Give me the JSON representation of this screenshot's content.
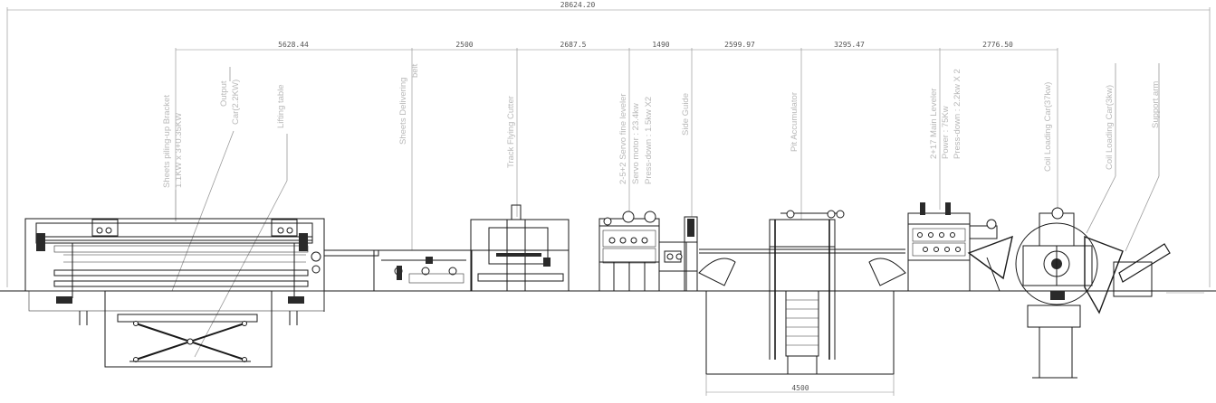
{
  "overall_length": "28624.20",
  "segments": [
    "5628.44",
    "2500",
    "2687.5",
    "1490",
    "2599.97",
    "3295.47",
    "2776.50"
  ],
  "pit_width": "4500",
  "labels": {
    "bracket_line1": "Sheets piling-up Bracket",
    "bracket_line2": "1.1KW x 3+0.35KW",
    "output_line1": "Output",
    "output_line2": "Car(2.2KW)",
    "lifting": "Lifting table",
    "delivering_line1": "Sheets Delivering",
    "delivering_line2": "belt",
    "cutter": "Track Flying Cutter",
    "servo_line1": "2-5+2 Servo fine leveler",
    "servo_line2": "Servo motor : 23.4kw",
    "servo_line3": "Press-down : 1.5kw X2",
    "side_guide": "Side Guide",
    "pit": "Pit Accumulator",
    "main_line1": "2+17 Main Leveler",
    "main_line2": "Power : 75Kw",
    "main_line3": "Press-down : 2.2kw X 2",
    "car37": "Coil Loading Car(37kw)",
    "car3": "Coil Loading Car(3kw)",
    "support": "Support arm"
  }
}
